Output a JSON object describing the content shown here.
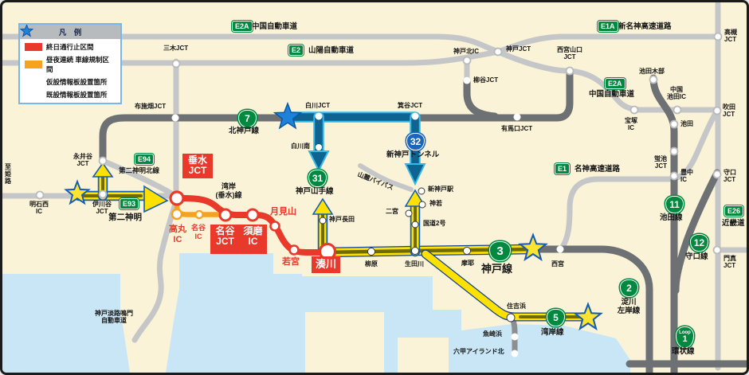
{
  "legend": {
    "title": "凡　例",
    "items": [
      {
        "icon": "red-line-swatch",
        "label": "終日通行止区間"
      },
      {
        "icon": "orange-line-swatch",
        "label": "昼夜連続 車線規制区間"
      },
      {
        "icon": "yellow-star",
        "label": "仮設情報板設置箇所"
      },
      {
        "icon": "blue-star",
        "label": "既設情報板設置箇所"
      }
    ]
  },
  "badges": {
    "e2a_top": {
      "code": "E2A"
    },
    "e2": {
      "code": "E2"
    },
    "e1a": {
      "code": "E1A"
    },
    "e2a_right": {
      "code": "E2A"
    },
    "e1": {
      "code": "E1"
    },
    "e94": {
      "code": "E94"
    },
    "e93": {
      "code": "E93"
    },
    "e26": {
      "code": "E26"
    }
  },
  "routes": {
    "kita_kobe": {
      "no": "7",
      "name": "北神戸線"
    },
    "kobe_yamate": {
      "no": "31",
      "name": "神戸山手線"
    },
    "shin_kobe_tunnel": {
      "no": "32",
      "name": "新神戸トンネル"
    },
    "kobe_line": {
      "no": "3",
      "name": "神戸線"
    },
    "wangan": {
      "no": "5",
      "name": "湾岸線"
    },
    "ikeda_line": {
      "no": "11",
      "name": "池田線"
    },
    "moriguchi_line": {
      "no": "12",
      "name": "守口線"
    },
    "yodogawa_sagan": {
      "no": "2",
      "name": "淀川\n左岸線"
    },
    "loop": {
      "loop_text": "Loop",
      "no": "1",
      "name": "環状線"
    }
  },
  "closed": {
    "tarumi_jct": "垂水\nJCT",
    "myodani_jct": "名谷\nJCT",
    "suma_ic": "須磨\nIC",
    "minatogawa": "湊川",
    "takamaru_ic": "高丸\nIC",
    "myodani_ic": "名谷\nIC",
    "tsukimiyama": "月見山",
    "wakamiya": "若宮"
  },
  "labels": {
    "chugoku_expwy_top": "中国自動車道",
    "sanyo_expwy": "山陽自動車道",
    "shinmeishin_expwy": "新名神高速道路",
    "chugoku_expwy_right": "中国自動車道",
    "meishin_expwy": "名神高速道路",
    "daini_shinmei_kita": "第二神明北線",
    "daini_shinmei": "第二神明",
    "kinki_expwy": "近畿道",
    "miki_jct": "三木JCT",
    "fusehata_jct": "布施畑JCT",
    "nagaitani_jct": "永井谷\nJCT",
    "ikawadani_jct": "伊川谷\nJCT",
    "akashi_nishi_ic": "明石西\nIC",
    "to_himeji": "至姫路",
    "shirakawa_jct": "白川JCT",
    "minotani_jct": "箕谷JCT",
    "shirakawa_minami": "白川南",
    "kobe_kita_ic": "神戸北IC",
    "kobe_jct": "神戸JCT",
    "nishinomiya_yamaguchi_jct": "西宮山口\nJCT",
    "yanagidani_jct": "柳谷JCT",
    "arimaguchi_jct": "有馬口JCT",
    "takatsuki_jct": "高槻\nJCT",
    "ikeda_kibe": "池田木部",
    "chugoku_ikeda_ic": "中国\n池田IC",
    "takarazuka_ic": "宝塚\nIC",
    "suita_jct": "吹田\nJCT",
    "ikeda": "池田",
    "hotarugaike_jct": "蛍池\nJCT",
    "toyonaka_ic": "豊中\nIC",
    "moriguchi_jct": "守口\nJCT",
    "kadoma_jct": "門真\nJCT",
    "shin_kobe_sta": "新神戸駅",
    "kamiwaka": "神若",
    "ninomiya": "二宮",
    "kokudo2": "国道2号",
    "kobe_nagata": "神戸長田",
    "yanagihara": "柳原",
    "ikutagawa": "生田川",
    "maya": "摩耶",
    "nishinomiya": "西宮",
    "sumiyoshihama": "住吉浜",
    "uozakihama": "魚崎浜",
    "rokko_island_kita": "六甲アイランド北",
    "sanroku_bypass": "山麓バイパス",
    "kobe_awaji_naruto": "神戸淡路鳴門\n自動車道",
    "wangan_tarumi_line": "湾岸\n(垂水)線"
  },
  "colors": {
    "closure_red": "#e8392a",
    "restriction_orange": "#f6a21e",
    "route_green": "#00893f",
    "tunnel_badge_blue": "#1b66bb",
    "flow_arrow_blue": "#0e6391",
    "flow_arrow_yellow": "#ffe100",
    "water": "#c9e6f6",
    "background": "#faf3d8"
  }
}
